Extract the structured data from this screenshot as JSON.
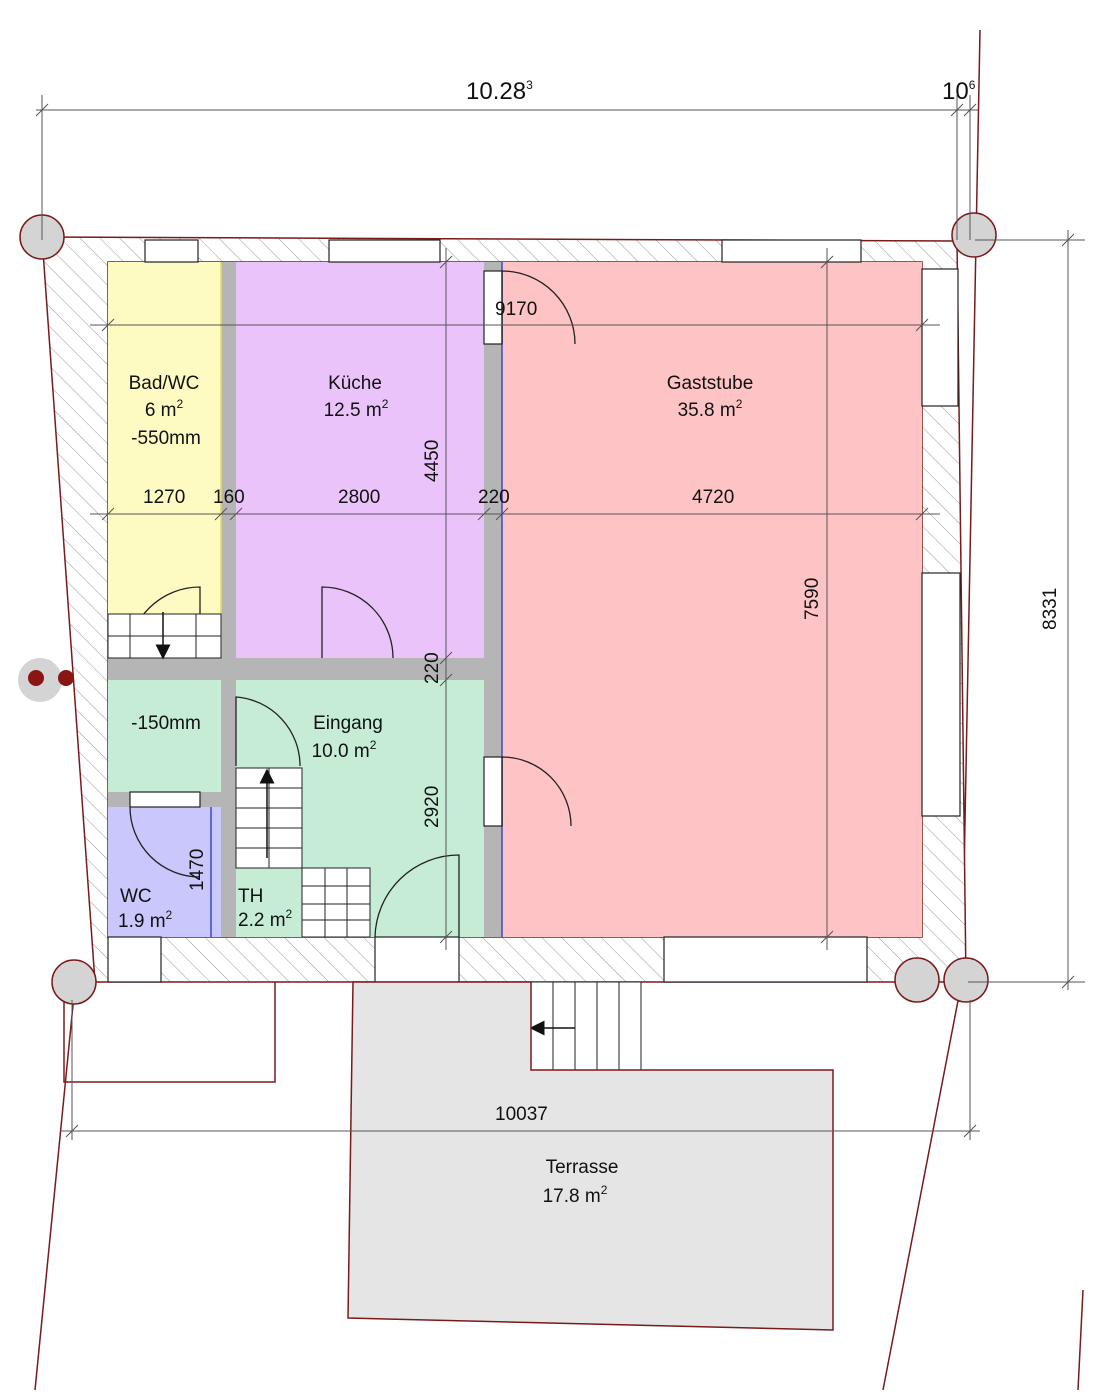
{
  "overall_dims": {
    "width_main": "10.28",
    "width_main_sup": "3",
    "width_small": "10",
    "width_small_sup": "6",
    "height_right": "8331",
    "bottom_width": "10037"
  },
  "rooms": {
    "bad": {
      "name": "Bad/WC",
      "area": "6 m",
      "note": "-550mm"
    },
    "kueche": {
      "name": "Küche",
      "area": "12.5 m"
    },
    "gaststube": {
      "name": "Gaststube",
      "area": "35.8 m"
    },
    "flur": {
      "note": "-150mm"
    },
    "eingang": {
      "name": "Eingang",
      "area": "10.0 m"
    },
    "wc": {
      "name": "WC",
      "area": "1.9 m"
    },
    "th": {
      "name": "TH",
      "area": "2.2 m"
    },
    "terrasse": {
      "name": "Terrasse",
      "area": "17.8 m"
    }
  },
  "area_sup": "2",
  "inner_dims": {
    "d9170": "9170",
    "d1270": "1270",
    "d160": "160",
    "d2800": "2800",
    "d220a": "220",
    "d4720": "4720",
    "d4450": "4450",
    "d220b": "220",
    "d2920": "2920",
    "d1470": "1470",
    "d7590": "7590"
  },
  "colors": {
    "bad": "#fefbc2",
    "kueche": "#ebc3fb",
    "gaststube": "#fec3c4",
    "eingang": "#c6ecd6",
    "flur": "#c6ecd6",
    "wc": "#c9c7fb",
    "terrasse": "#e5e5e5",
    "outline": "#7a1a1a"
  }
}
